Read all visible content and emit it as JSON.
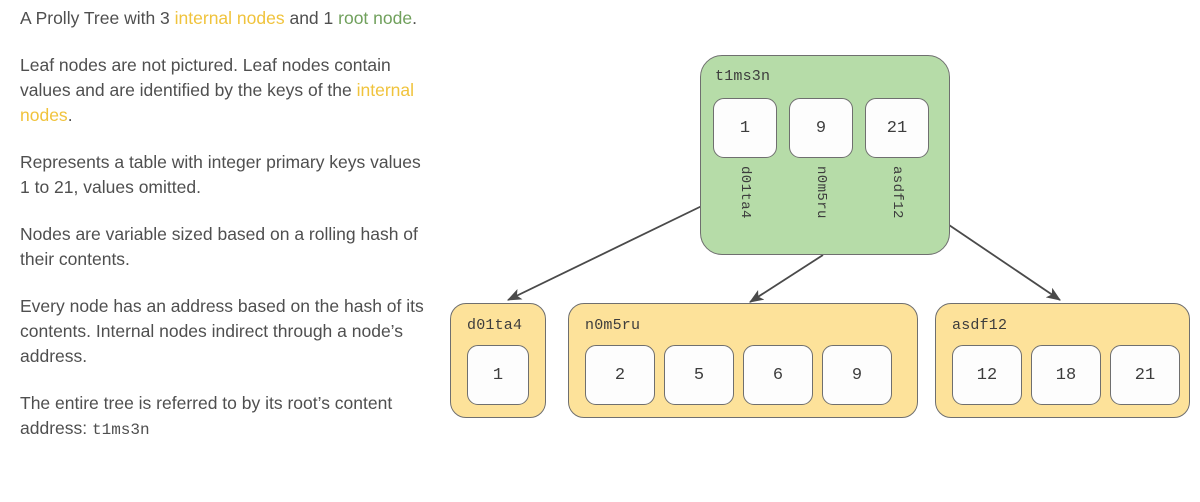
{
  "description": {
    "paragraphs": [
      {
        "id": "p1",
        "segments": [
          {
            "text": "A Prolly Tree with 3 ",
            "style": "plain"
          },
          {
            "text": "internal nodes",
            "style": "internal"
          },
          {
            "text": " and 1 ",
            "style": "plain"
          },
          {
            "text": "root node",
            "style": "root"
          },
          {
            "text": ".",
            "style": "plain"
          }
        ]
      },
      {
        "id": "p2",
        "segments": [
          {
            "text": "Leaf nodes are not pictured. Leaf nodes contain values and are identified by the keys of the ",
            "style": "plain"
          },
          {
            "text": "internal nodes",
            "style": "internal"
          },
          {
            "text": ".",
            "style": "plain"
          }
        ]
      },
      {
        "id": "p3",
        "segments": [
          {
            "text": "Represents a table with integer primary keys values 1 to 21, values omitted.",
            "style": "plain"
          }
        ]
      },
      {
        "id": "p4",
        "segments": [
          {
            "text": "Nodes are variable sized based on a rolling hash of their contents.",
            "style": "plain"
          }
        ]
      },
      {
        "id": "p5",
        "segments": [
          {
            "text": "Every node has an address based on the hash of its contents. Internal nodes indirect through a node’s address.",
            "style": "plain"
          }
        ]
      },
      {
        "id": "p6",
        "segments": [
          {
            "text": "The entire tree is referred to by its root’s content address: ",
            "style": "plain"
          },
          {
            "text": "t1ms3n",
            "style": "mono"
          }
        ]
      }
    ]
  },
  "diagram": {
    "root_node": {
      "address": "t1ms3n",
      "keys": [
        "1",
        "9",
        "21"
      ],
      "child_pointers": [
        "d01ta4",
        "n0m5ru",
        "asdf12"
      ],
      "fill_color": "#b6dca8",
      "border_color": "#6f6f6f"
    },
    "internal_nodes": [
      {
        "address": "d01ta4",
        "keys": [
          "1"
        ],
        "fill_color": "#fde29a",
        "border_color": "#6f6f6f"
      },
      {
        "address": "n0m5ru",
        "keys": [
          "2",
          "5",
          "6",
          "9"
        ],
        "fill_color": "#fde29a",
        "border_color": "#6f6f6f"
      },
      {
        "address": "asdf12",
        "keys": [
          "12",
          "18",
          "21"
        ],
        "fill_color": "#fde29a",
        "border_color": "#6f6f6f"
      }
    ],
    "edges": [
      {
        "from": "t1ms3n",
        "to": "d01ta4"
      },
      {
        "from": "t1ms3n",
        "to": "n0m5ru"
      },
      {
        "from": "t1ms3n",
        "to": "asdf12"
      }
    ]
  },
  "colors": {
    "internal_highlight": "#f0c33c",
    "root_highlight": "#70a05c",
    "body_text": "#4f4f4f",
    "edge_stroke": "#4a4a4a"
  }
}
